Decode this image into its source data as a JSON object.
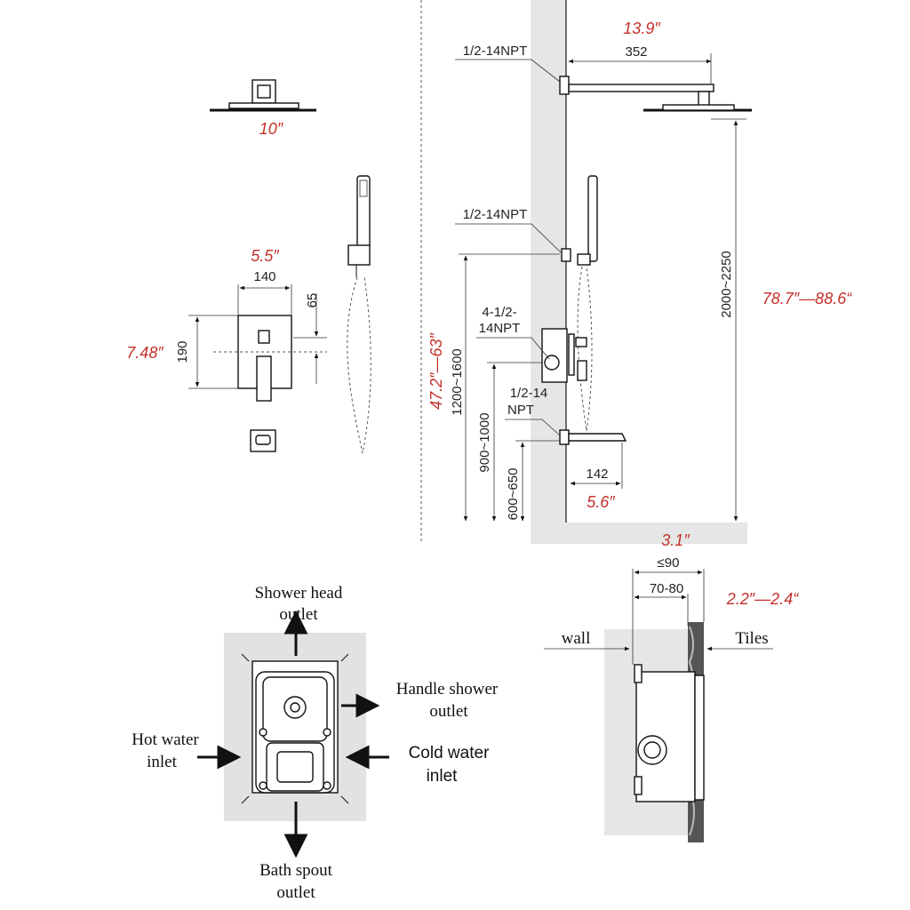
{
  "top_left": {
    "head_size_in": "10″",
    "valve_width_in": "5.5″",
    "valve_width_mm": "140",
    "valve_height_in": "7.48″",
    "valve_height_mm": "190",
    "offset_mm": "65"
  },
  "elevation": {
    "npt_top": "1/2-14NPT",
    "arm_in": "13.9″",
    "arm_mm": "352",
    "npt_mid": "1/2-14NPT",
    "npt_valve_line1": "4-1/2-",
    "npt_valve_line2": "14NPT",
    "npt_spout_line1": "1/2-14",
    "npt_spout_line2": "NPT",
    "head_height_mm": "2000~2250",
    "head_height_in": "78.7″—88.6“",
    "holder_height_in": "47.2″—63″",
    "holder_height_mm": "1200~1600",
    "valve_height_mm": "900~1000",
    "spout_height_mm": "600~650",
    "spout_length_mm": "142",
    "spout_length_in": "5.6″"
  },
  "valve_ports": {
    "shower_head_line1": "Shower head",
    "shower_head_line2": "outlet",
    "handle_line1": "Handle shower",
    "handle_line2": "outlet",
    "hot_line1": "Hot water",
    "hot_line2": "inlet",
    "cold_line1": "Cold water",
    "cold_line2": "inlet",
    "bath_line1": "Bath spout",
    "bath_line2": "outlet"
  },
  "wall_section": {
    "depth_in": "3.1″",
    "depth_mm": "≤90",
    "range_mm": "70-80",
    "range_in": "2.2″—2.4“",
    "wall_label": "wall",
    "tiles_label": "Tiles"
  }
}
